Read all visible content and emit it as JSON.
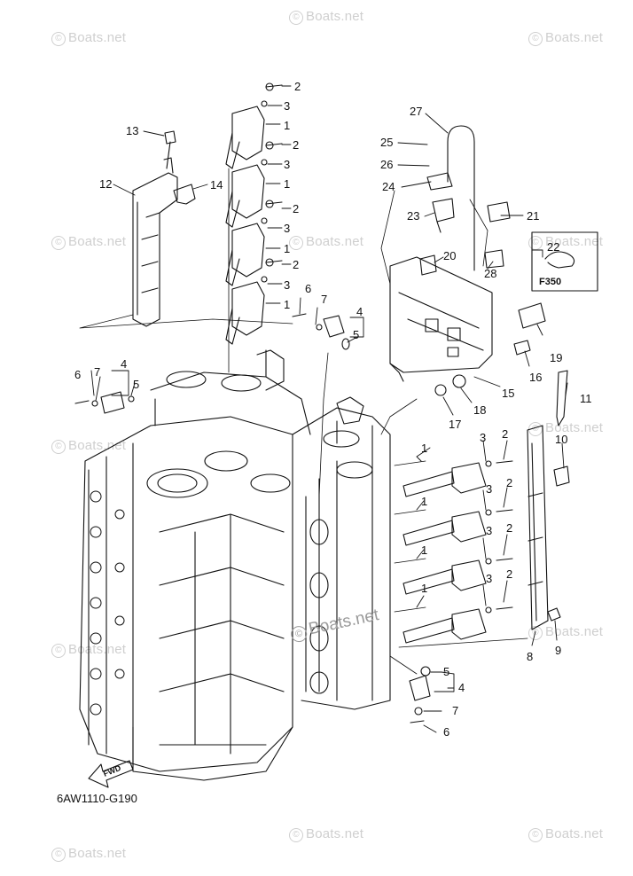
{
  "watermark": {
    "symbol": "©",
    "text": "Boats.net"
  },
  "diagram_code": "6AW1110-G190",
  "variant_label": "F350",
  "fwd_label": "FWD",
  "callouts": {
    "n1": "1",
    "n2": "2",
    "n3": "3",
    "n4": "4",
    "n5": "5",
    "n6": "6",
    "n7": "7",
    "n8": "8",
    "n9": "9",
    "n10": "10",
    "n11": "11",
    "n12": "12",
    "n13": "13",
    "n14": "14",
    "n15": "15",
    "n16": "16",
    "n17": "17",
    "n18": "18",
    "n19": "19",
    "n20": "20",
    "n21": "21",
    "n22": "22",
    "n23": "23",
    "n24": "24",
    "n25": "25",
    "n26": "26",
    "n27": "27",
    "n28": "28"
  },
  "colors": {
    "line": "#111111",
    "watermark": "#cfcfcf",
    "center_watermark": "#9a9a9a"
  }
}
